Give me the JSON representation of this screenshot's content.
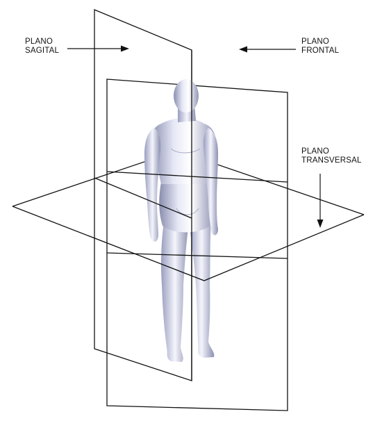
{
  "labels": {
    "sagittal": {
      "line1": "PLANO",
      "line2": "SAGITAL"
    },
    "frontal": {
      "line1": "PLANO",
      "line2": "FRONTAL"
    },
    "transverse": {
      "line1": "PLANO",
      "line2": "TRANSVERSAL"
    }
  },
  "colors": {
    "line": "#111111",
    "figure_light": "#eef0fa",
    "figure_mid": "#b8bcd6",
    "figure_dark": "#6e7290",
    "background": "#ffffff"
  }
}
